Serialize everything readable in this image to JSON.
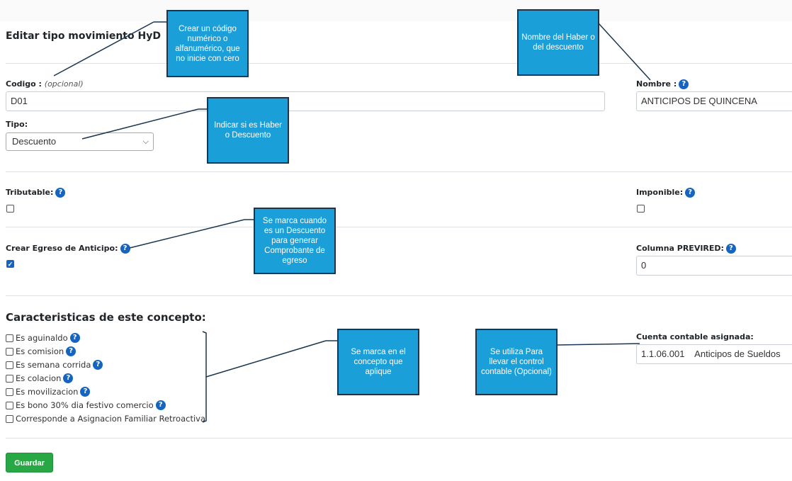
{
  "form": {
    "title": "Editar tipo movimiento HyD",
    "codigo": {
      "label": "Codigo :",
      "optional": "(opcional)",
      "value": "D01"
    },
    "nombre": {
      "label": "Nombre :",
      "value": "ANTICIPOS DE QUINCENA"
    },
    "tipo": {
      "label": "Tipo:",
      "value": "Descuento"
    },
    "tributable": {
      "label": "Tributable:",
      "checked": false
    },
    "imponible": {
      "label": "Imponible:",
      "checked": false
    },
    "crear_egreso": {
      "label": "Crear Egreso de Anticipo:",
      "checked": true
    },
    "columna_previred": {
      "label": "Columna PREVIRED:",
      "value": "0"
    },
    "conceptos_title": "Caracteristicas de este concepto:",
    "conceptos": [
      {
        "label": "Es aguinaldo",
        "help": true
      },
      {
        "label": "Es comision",
        "help": true
      },
      {
        "label": "Es semana corrida",
        "help": true
      },
      {
        "label": "Es colacion",
        "help": true
      },
      {
        "label": "Es movilizacion",
        "help": true
      },
      {
        "label": "Es bono 30% dia festivo comercio",
        "help": true
      },
      {
        "label": "Corresponde a Asignacion Familiar Retroactiva",
        "help": false
      }
    ],
    "cuenta": {
      "label": "Cuenta contable asignada:",
      "value": "1.1.06.001    Anticipos de Sueldos"
    },
    "guardar_label": "Guardar",
    "help_symbol": "?",
    "check_symbol": "✓"
  },
  "callouts": {
    "codigo": "Crear un código numérico o alfanumérico, que no inicie con cero",
    "nombre": "Nombre del Haber o del descuento",
    "tipo": "Indicar si es Haber o Descuento",
    "egreso": "Se marca cuando es un Descuento para generar Comprobante de egreso",
    "conceptos": "Se marca en el concepto que aplique",
    "cuenta": "Se utiliza Para llevar el control contable (Opcional)"
  },
  "colors": {
    "accent": "#1565c0",
    "callout": "#1b9fd9",
    "button": "#28a745"
  }
}
